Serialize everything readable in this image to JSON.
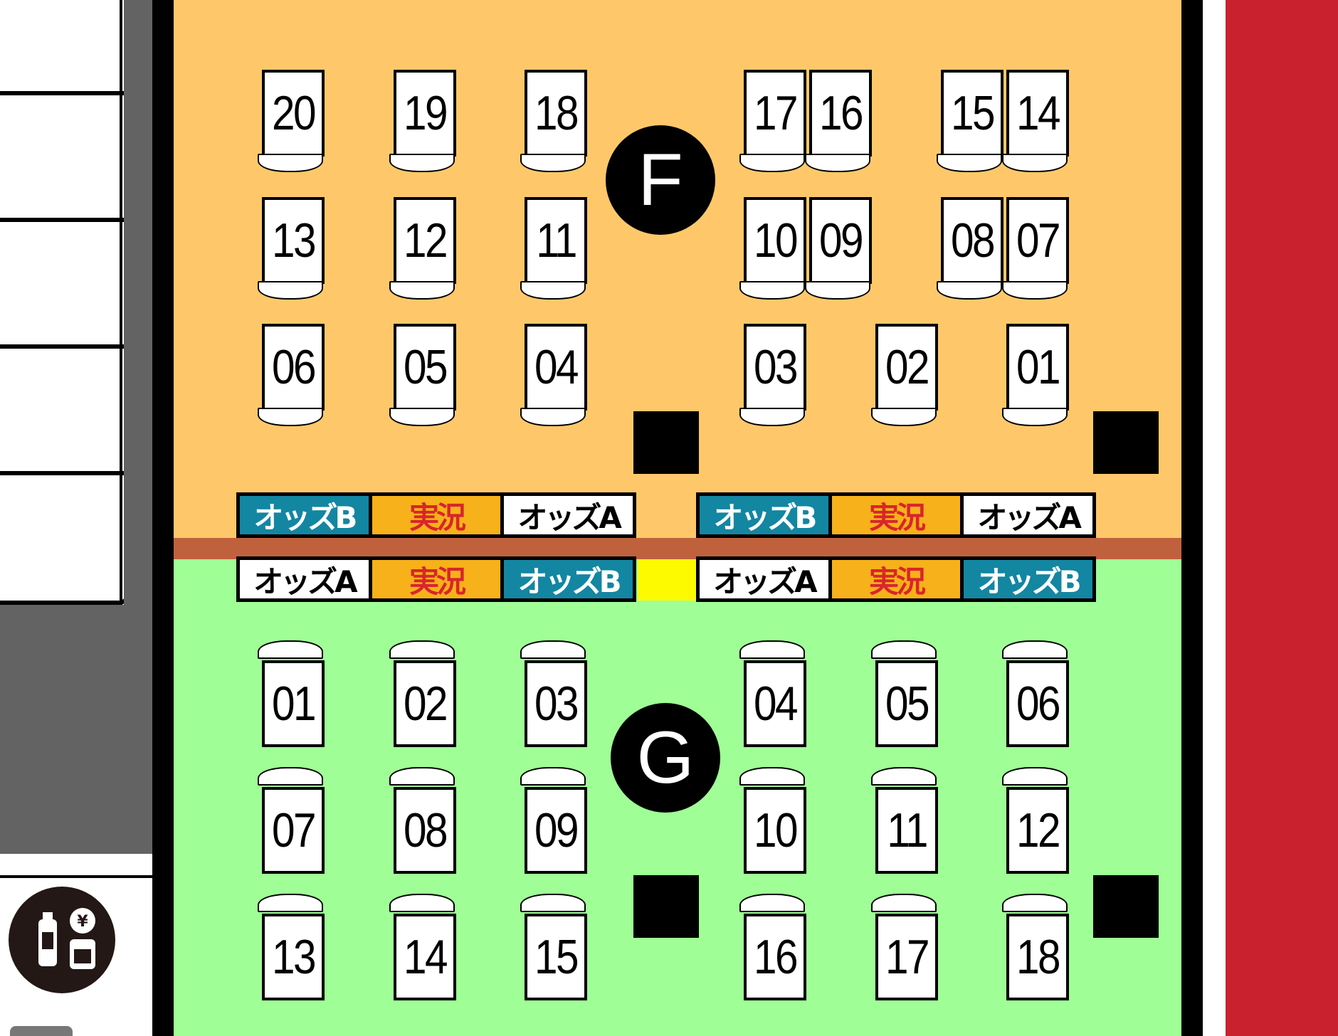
{
  "zones": {
    "F": {
      "label": "F",
      "color": "#fec86a",
      "seats": [
        "20",
        "19",
        "18",
        "17",
        "16",
        "15",
        "14",
        "13",
        "12",
        "11",
        "10",
        "09",
        "08",
        "07",
        "06",
        "05",
        "04",
        "03",
        "02",
        "01"
      ]
    },
    "G": {
      "label": "G",
      "color": "#9ffe96",
      "seats": [
        "01",
        "02",
        "03",
        "04",
        "05",
        "06",
        "07",
        "08",
        "09",
        "10",
        "11",
        "12",
        "13",
        "14",
        "15",
        "16",
        "17",
        "18"
      ]
    }
  },
  "monitors": {
    "f_left": [
      "オッズB",
      "実況",
      "オッズA"
    ],
    "f_right": [
      "オッズB",
      "実況",
      "オッズA"
    ],
    "g_left": [
      "オッズA",
      "実況",
      "オッズB"
    ],
    "g_right": [
      "オッズA",
      "実況",
      "オッズB"
    ]
  },
  "icons": {
    "vending": "vending-machine-icon"
  },
  "colors": {
    "wall_red": "#c9222e",
    "divider": "#c0613d",
    "aisle_yellow": "#fdfa00",
    "corridor_gray": "#636363",
    "odds_b_bg": "#1386a2",
    "live_bg": "#f7b11a",
    "live_text": "#d8252c"
  }
}
